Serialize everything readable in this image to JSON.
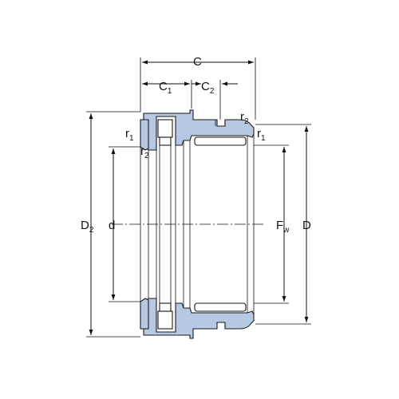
{
  "drawing": {
    "labels": {
      "C": "C",
      "C1_main": "C",
      "C1_sub": "1",
      "C2_main": "C",
      "C2_sub": "2",
      "r1_left_main": "r",
      "r1_left_sub": "1",
      "r2_left_main": "r",
      "r2_left_sub": "2",
      "r2_right_main": "r",
      "r2_right_sub": "2",
      "r1_right_main": "r",
      "r1_right_sub": "1",
      "D2_main": "D",
      "D2_sub": "2",
      "d": "d",
      "Fw_main": "F",
      "Fw_sub": "w",
      "D": "D"
    },
    "colors": {
      "steel_fill": "#b7c9e2",
      "roller_fill": "#ffffff",
      "line": "#111111"
    }
  }
}
